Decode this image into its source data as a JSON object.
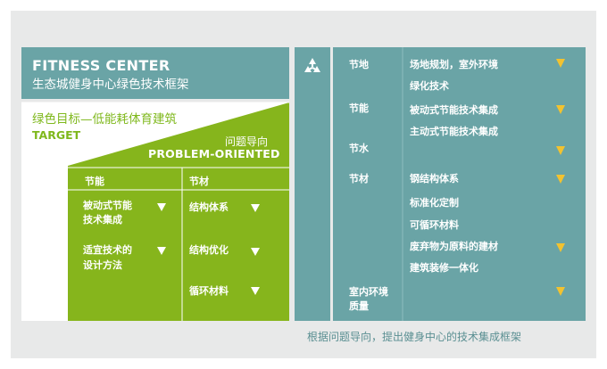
{
  "header": {
    "title_en": "FITNESS CENTER",
    "title_zh": "生态城健身中心绿色技术框架"
  },
  "target": {
    "zh": "绿色目标—低能耗体育建筑",
    "en": "TARGET"
  },
  "problem": {
    "zh": "问题导向",
    "en": "PROBLEM-ORIENTED"
  },
  "left_table": {
    "col1_header": "节能",
    "col2_header": "节材",
    "col1_items": [
      "被动式节能",
      "技术集成",
      "适宜技术的",
      "设计方法"
    ],
    "col2_items": [
      "结构体系",
      "结构优化",
      "循环材料"
    ]
  },
  "right_panel": {
    "icon": "recycle-icon",
    "categories": [
      "节地",
      "节能",
      "节水",
      "节材",
      "室内环境",
      "质量"
    ],
    "items": [
      "场地规划，室外环境",
      "绿化技术",
      "被动式节能技术集成",
      "主动式节能技术集成",
      "钢结构体系",
      "标准化定制",
      "可循环材料",
      "废弃物为原料的建材",
      "建筑装修一体化"
    ]
  },
  "caption": "根据问题导向，提出健身中心的技术集成框架",
  "colors": {
    "teal": "#6aa4a6",
    "green": "#86b51c",
    "arrow_yellow": "#f2c230",
    "background": "#e8e9e9"
  }
}
